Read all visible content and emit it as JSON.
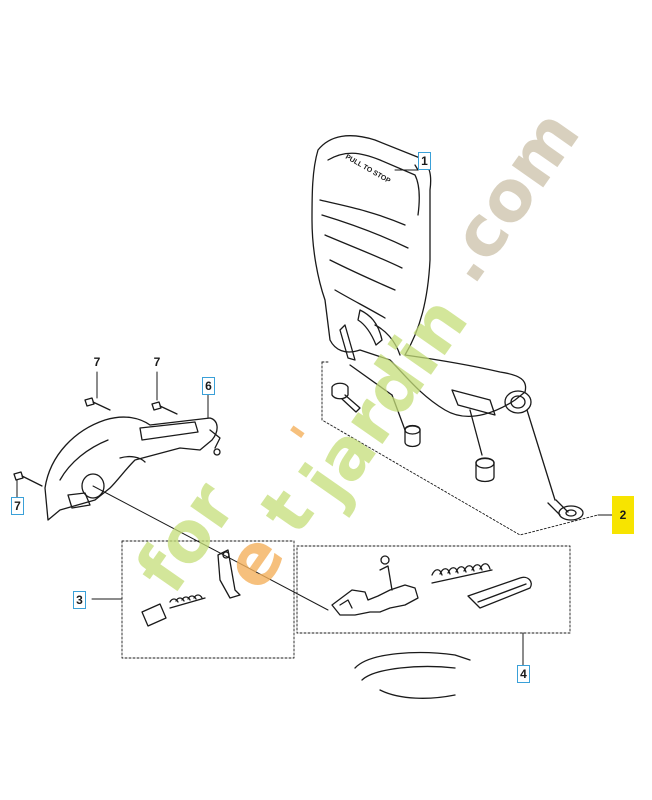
{
  "callouts": {
    "c1": "1",
    "c2": "2",
    "c3": "3",
    "c4": "4",
    "c6": "6",
    "c7a": "7",
    "c7b": "7",
    "c7c": "7"
  },
  "cover_text": "PULL TO STOP",
  "watermark": {
    "text_green_1": "for",
    "text_orange": "e",
    "text_green_2": "t",
    "text_orange_2": "'",
    "text_green_3": "jardin",
    "text_tan": ".com"
  },
  "colors": {
    "callout_border": "#3aa0d8",
    "highlight": "#f7e400",
    "line": "#1a1a1a",
    "watermark_green": "#c4dd78",
    "watermark_tan": "#cec4ae",
    "watermark_orange": "#f4b05c"
  }
}
